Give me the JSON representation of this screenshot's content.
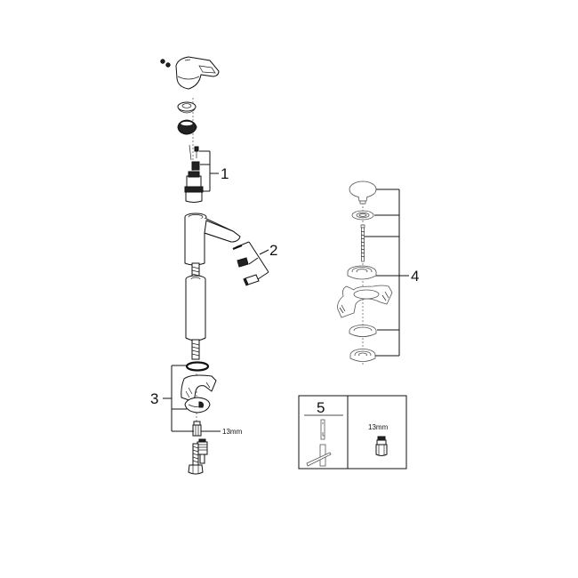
{
  "diagram": {
    "type": "exploded-parts-diagram",
    "subject": "basin faucet spare parts",
    "callouts": [
      {
        "id": "1",
        "label": "1",
        "part": "cartridge assembly"
      },
      {
        "id": "2",
        "label": "2",
        "part": "aerator set"
      },
      {
        "id": "3",
        "label": "3",
        "part": "mounting set"
      },
      {
        "id": "4",
        "label": "4",
        "part": "pop-up waste set"
      },
      {
        "id": "5",
        "label": "5",
        "part": "tool"
      }
    ],
    "dimensions": {
      "mounting_nut": "13mm",
      "tool_nut": "13mm"
    }
  }
}
